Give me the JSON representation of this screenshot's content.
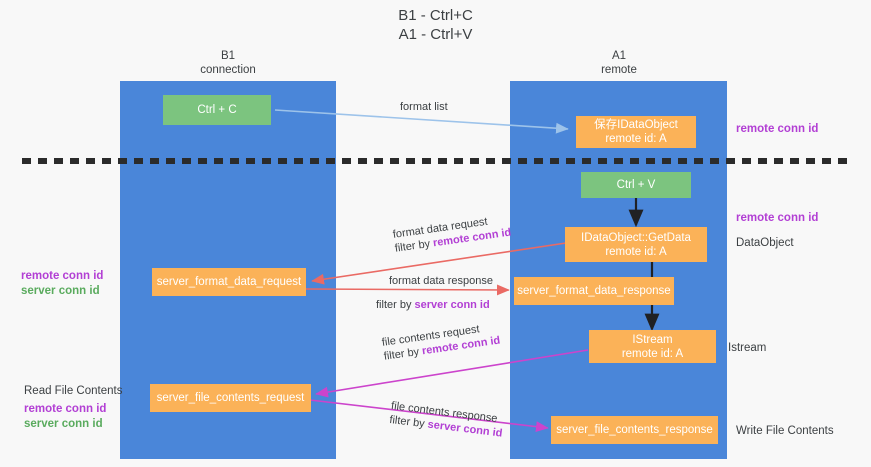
{
  "title": {
    "line1": "B1 - Ctrl+C",
    "line2": "A1 - Ctrl+V"
  },
  "columns": [
    {
      "name": "B1",
      "sub": "connection"
    },
    {
      "name": "A1",
      "sub": "remote"
    }
  ],
  "boxes": {
    "ctrl_c": {
      "line1": "Ctrl + C"
    },
    "ctrl_v": {
      "line1": "Ctrl + V"
    },
    "save_dataobject": {
      "line1": "保存IDataObject",
      "line2": "remote id: A"
    },
    "getdata": {
      "line1": "IDataObject::GetData",
      "line2": "remote id: A"
    },
    "istream": {
      "line1": "IStream",
      "line2": "remote id: A"
    },
    "format_data_request": {
      "line1": "server_format_data_request"
    },
    "format_data_response": {
      "line1": "server_format_data_response"
    },
    "file_contents_request": {
      "line1": "server_file_contents_request"
    },
    "file_contents_response": {
      "line1": "server_file_contents_response"
    }
  },
  "edge_labels": {
    "format_list": "format list",
    "format_data_request": "format data request",
    "format_data_request_filter_prefix": "filter by ",
    "format_data_request_filter_key": "remote conn id",
    "format_data_response": "format data response",
    "format_data_response_filter_prefix": "filter by ",
    "format_data_response_filter_key": "server conn id",
    "file_contents_request": "file contents request",
    "file_contents_request_filter_prefix": "filter by ",
    "file_contents_request_filter_key": "remote conn id",
    "file_contents_response": "file contents response",
    "file_contents_response_filter_prefix": "filter by ",
    "file_contents_response_filter_key": "server conn id"
  },
  "side_labels": {
    "right_top_remote_conn_id": "remote conn id",
    "right_mid_remote_conn_id": "remote conn id",
    "right_dataobject": "DataObject",
    "right_istream": "Istream",
    "right_write_file_contents": "Write File Contents",
    "left_remote_conn_id_1": "remote conn id",
    "left_server_conn_id_1": "server conn id",
    "left_read_file_contents": "Read File Contents",
    "left_remote_conn_id_2": "remote conn id",
    "left_server_conn_id_2": "server conn id"
  },
  "colors": {
    "panel": "#4a86d9",
    "green_box": "#7cc47f",
    "orange_box": "#fbb258",
    "purple_text": "#b23fd4",
    "green_text": "#5aab5e",
    "arrow_blue": "#9dc3ea",
    "arrow_red": "#ea6a64",
    "arrow_magenta": "#cc44cc",
    "arrow_black": "#202124",
    "background": "#f8f8f8",
    "divider": "#2b2b2b"
  }
}
